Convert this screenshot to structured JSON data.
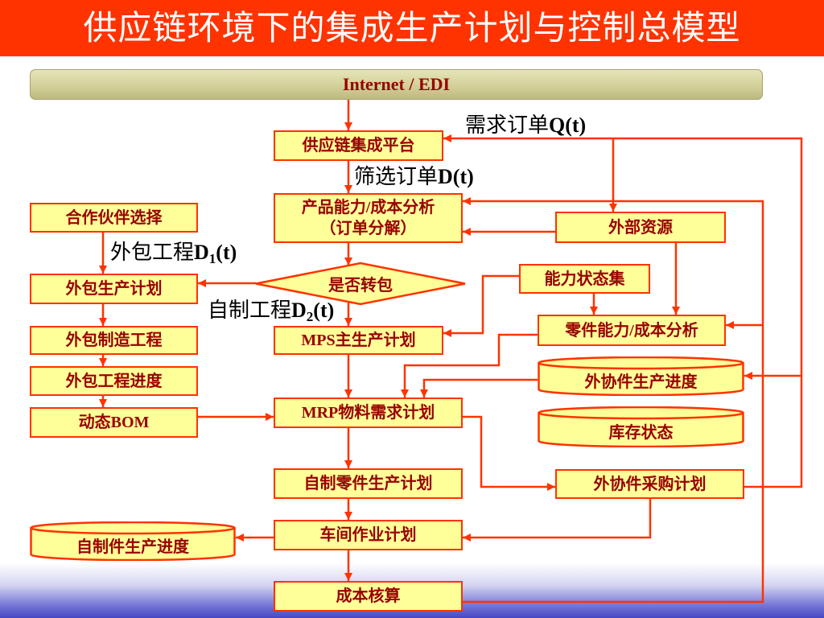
{
  "title": "供应链环境下的集成生产计划与控制总模型",
  "network_bar": "Internet / EDI",
  "colors": {
    "title_bg": "#FF3300",
    "title_text": "#FFFFFF",
    "box_fill": "#FFFF99",
    "box_border": "#FF3300",
    "box_text": "#990000",
    "connector": "#FF3300",
    "label_text": "#000000"
  },
  "center_column": {
    "platform": "供应链集成平台",
    "analysis_line1": "产品能力/成本分析",
    "analysis_line2": "（订单分解）",
    "decision": "是否转包",
    "mps": "MPS主生产计划",
    "mrp": "MRP物料需求计划",
    "self_parts_plan": "自制零件生产计划",
    "workshop_plan": "车间作业计划",
    "cost_accounting": "成本核算"
  },
  "left_column": {
    "partner_selection": "合作伙伴选择",
    "outsource_plan": "外包生产计划",
    "outsource_engineering": "外包制造工程",
    "outsource_progress": "外包工程进度",
    "dynamic_bom": "动态BOM",
    "self_made_progress": "自制件生产进度"
  },
  "right_column": {
    "external_resources": "外部资源",
    "capacity_states": "能力状态集",
    "parts_analysis": "零件能力/成本分析",
    "outsourced_progress": "外协件生产进度",
    "inventory": "库存状态",
    "procurement_plan": "外协件采购计划"
  },
  "flow_labels": {
    "demand_order": {
      "text": "需求订单",
      "var": "Q(t)"
    },
    "filtered_order": {
      "text": "筛选订单",
      "var": "D(t)"
    },
    "outsource_work": {
      "text": "外包工程",
      "var": "D",
      "sub": "1",
      "suffix": "(t)"
    },
    "self_work": {
      "text": "自制工程",
      "var": "D",
      "sub": "2",
      "suffix": "(t)"
    }
  }
}
